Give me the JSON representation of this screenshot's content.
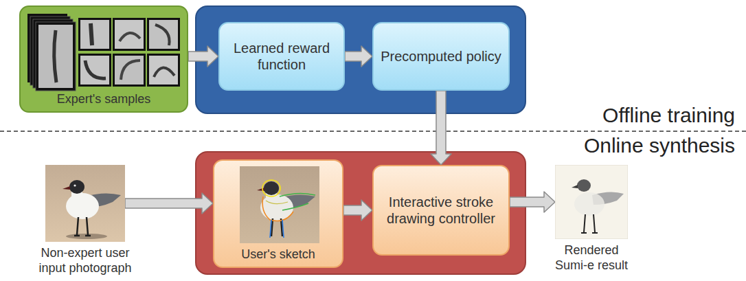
{
  "diagram": {
    "nodes": [
      {
        "text": [
          "Expert's samples"
        ]
      },
      {
        "text": []
      },
      {
        "text": [
          "Learned reward function"
        ],
        "in": 1
      },
      {
        "text": [
          "Precomputed policy"
        ],
        "in": 1
      },
      {
        "text": [
          "Non-expert user input photograph"
        ]
      },
      {
        "text": []
      },
      {
        "text": [
          "User's sketch"
        ],
        "in": 5
      },
      {
        "text": [
          "Interactive stroke drawing controller"
        ],
        "in": 5
      },
      {
        "text": [
          "Rendered Sumi-e result"
        ]
      }
    ],
    "edges": [
      {
        "from": 0,
        "to": 2,
        "arrow": "to"
      },
      {
        "from": 2,
        "to": 3,
        "arrow": "to"
      },
      {
        "from": 3,
        "to": 7,
        "arrow": "to"
      },
      {
        "from": 4,
        "to": 6,
        "arrow": "to"
      },
      {
        "from": 6,
        "to": 7,
        "arrow": "to"
      },
      {
        "from": 7,
        "to": 8,
        "arrow": "to"
      }
    ],
    "labels": [
      "Offline training",
      "Online synthesis"
    ]
  }
}
